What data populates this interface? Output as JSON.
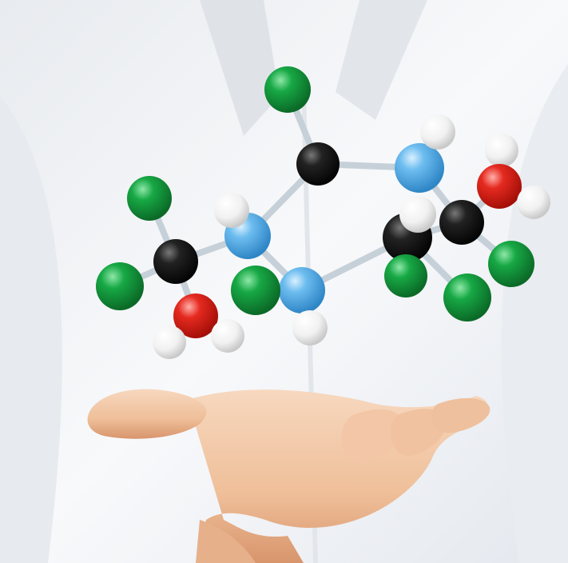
{
  "scene": {
    "description_visible_text": "",
    "background_color": "#f3f4f6",
    "coat_color": "#f7f8fa",
    "coat_shadow_color": "#d9dde3",
    "skin_color": "#f2c7a4",
    "skin_shadow_color": "#d99b77",
    "stick_color": "#c7d2db"
  },
  "atom_colors": {
    "carbon": "#121212",
    "hydrogen": "#f4f4f4",
    "nitrogen": "#5fb3e8",
    "oxygen": "#e3231b",
    "chlorine": "#129a3b"
  },
  "molecule": {
    "atoms": [
      {
        "id": "cl-top",
        "element": "chlorine"
      },
      {
        "id": "c-top",
        "element": "carbon"
      },
      {
        "id": "n-top-right",
        "element": "nitrogen"
      },
      {
        "id": "h-top-right",
        "element": "hydrogen"
      },
      {
        "id": "h-far-right",
        "element": "hydrogen"
      },
      {
        "id": "o-right",
        "element": "oxygen"
      },
      {
        "id": "h-o-right",
        "element": "hydrogen"
      },
      {
        "id": "c-right",
        "element": "carbon"
      },
      {
        "id": "cl-right",
        "element": "chlorine"
      },
      {
        "id": "c-mid-right",
        "element": "carbon"
      },
      {
        "id": "h-mid-right",
        "element": "hydrogen"
      },
      {
        "id": "cl-bottom-right",
        "element": "chlorine"
      },
      {
        "id": "cl-mid-bottom",
        "element": "chlorine"
      },
      {
        "id": "n-bottom",
        "element": "nitrogen"
      },
      {
        "id": "h-bottom",
        "element": "hydrogen"
      },
      {
        "id": "cl-bottom-left",
        "element": "chlorine"
      },
      {
        "id": "n-left",
        "element": "nitrogen"
      },
      {
        "id": "h-left-top",
        "element": "hydrogen"
      },
      {
        "id": "c-left",
        "element": "carbon"
      },
      {
        "id": "cl-left-top",
        "element": "chlorine"
      },
      {
        "id": "cl-left",
        "element": "chlorine"
      },
      {
        "id": "o-left",
        "element": "oxygen"
      },
      {
        "id": "h-o-left-1",
        "element": "hydrogen"
      },
      {
        "id": "h-o-left-2",
        "element": "hydrogen"
      }
    ]
  }
}
